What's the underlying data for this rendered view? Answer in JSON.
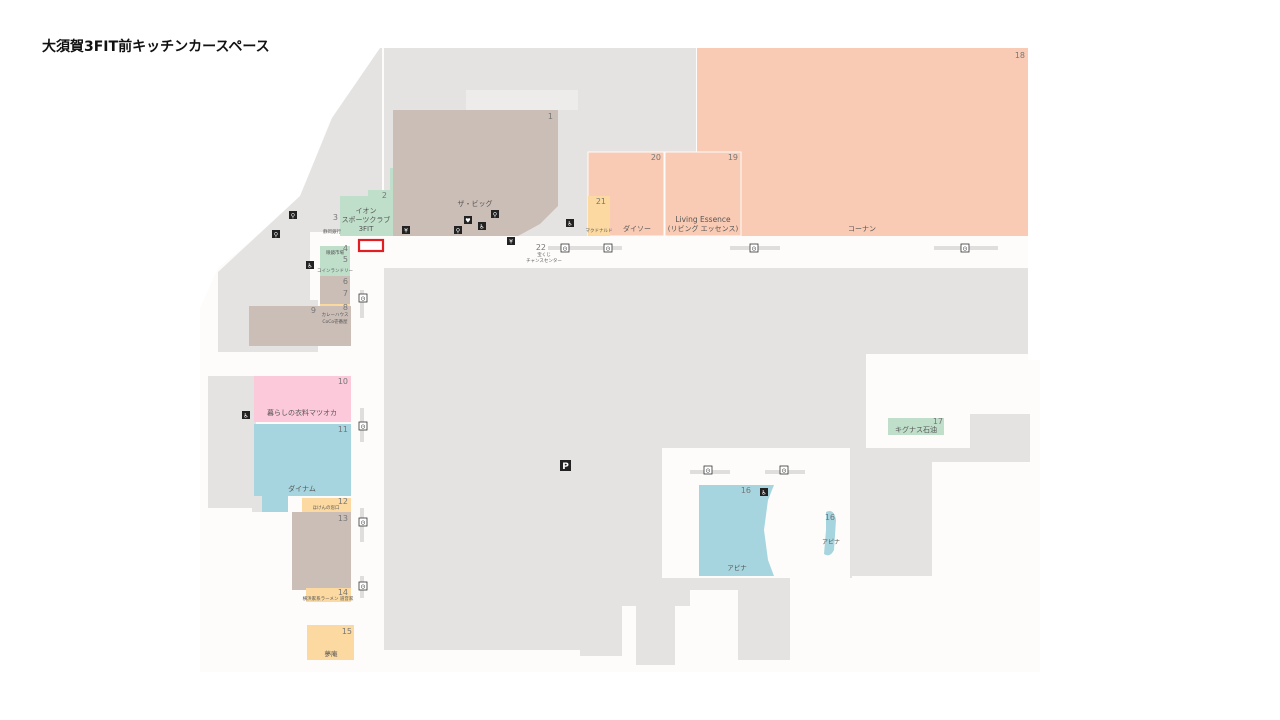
{
  "title": "大須賀3FIT前キッチンカースペース",
  "colors": {
    "building_gray": "#cbbeb7",
    "area_gray": "#e5e3e1",
    "road": "#fdfcfa",
    "orange": "#f9cbb4",
    "yellow": "#fbd9a0",
    "green": "#bfdfca",
    "pink": "#fbc9d9",
    "blue": "#a6d5df",
    "marker_red": "#e21e22"
  },
  "stores": [
    {
      "id": "1",
      "label": "ザ・ビッグ"
    },
    {
      "id": "2",
      "label": "イオン スポーツクラブ 3FIT"
    },
    {
      "id": "3",
      "label": "静岡銀行"
    },
    {
      "id": "4",
      "label": "眼鏡市場"
    },
    {
      "id": "5",
      "label": "コインランドリー"
    },
    {
      "id": "6",
      "label": ""
    },
    {
      "id": "7",
      "label": ""
    },
    {
      "id": "8",
      "label": "カレーハウス CoCo壱番屋"
    },
    {
      "id": "9",
      "label": ""
    },
    {
      "id": "10",
      "label": "暮らしの衣料マツオカ"
    },
    {
      "id": "11",
      "label": "ダイナム"
    },
    {
      "id": "12",
      "label": "ほけんの窓口"
    },
    {
      "id": "13",
      "label": ""
    },
    {
      "id": "14",
      "label": "横浜家系ラーメン 道音家"
    },
    {
      "id": "15",
      "label": "夢庵"
    },
    {
      "id": "16",
      "label": "アピナ"
    },
    {
      "id": "17",
      "label": "キグナス石油"
    },
    {
      "id": "18",
      "label": "コーナン"
    },
    {
      "id": "19",
      "label": "Living Essence (リビング エッセンス)"
    },
    {
      "id": "20",
      "label": "ダイソー"
    },
    {
      "id": "21",
      "label": "マクドナルド"
    },
    {
      "id": "22",
      "label": "宝くじ チャンスセンター"
    }
  ],
  "labels": {
    "s1": "ザ・ビッグ",
    "s2a": "イオン",
    "s2b": "スポーツクラブ",
    "s2c": "3FIT",
    "s3": "静岡銀行",
    "s4": "眼鏡市場",
    "s5": "コインランドリー",
    "s8a": "カレーハウス",
    "s8b": "CoCo壱番屋",
    "s10": "暮らしの衣料マツオカ",
    "s11": "ダイナム",
    "s12": "ほけんの窓口",
    "s14": "横浜家系ラーメン 道音家",
    "s15": "夢庵",
    "s16a": "アピナ",
    "s16b": "アピナ",
    "s17": "キグナス石油",
    "s18": "コーナン",
    "s19a": "Living Essence",
    "s19b": "(リビング エッセンス)",
    "s20": "ダイソー",
    "s21": "マクドナルド",
    "s22a": "宝くじ",
    "s22b": "チャンスセンター",
    "parking": "P"
  },
  "numbers": {
    "n1": "1",
    "n2": "2",
    "n3": "3",
    "n4": "4",
    "n5": "5",
    "n6": "6",
    "n7": "7",
    "n8": "8",
    "n9": "9",
    "n10": "10",
    "n11": "11",
    "n12": "12",
    "n13": "13",
    "n14": "14",
    "n15": "15",
    "n16a": "16",
    "n16b": "16",
    "n17": "17",
    "n18": "18",
    "n19": "19",
    "n20": "20",
    "n21": "21",
    "n22": "22"
  },
  "icons": [
    "bicycle-parking-icon",
    "wheelchair-icon",
    "atm-icon",
    "restroom-icon",
    "aed-icon",
    "parking-icon",
    "kitchen-car-marker"
  ]
}
